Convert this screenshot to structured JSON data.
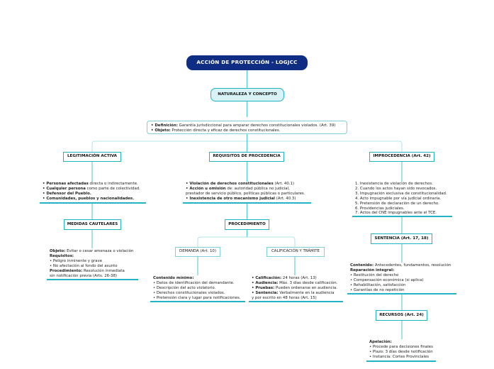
{
  "root": {
    "title": "ACCIÓN DE PROTECCIÓN - LOGJCC"
  },
  "naturaleza": {
    "label": "NATURALEZA Y CONCEPTO"
  },
  "definicion": {
    "line1_bold": "• Definición:",
    "line1_rest": " Garantía jurisdiccional para amparar derechos constitucionales violados. (Art. 39)",
    "line2_bold": "• Objeto:",
    "line2_rest": " Protección directa y eficaz de derechos constitucionales."
  },
  "legitimacion": {
    "label": "LEGITIMACIÓN ACTIVA",
    "items": [
      {
        "bold": "• Personas afectadas",
        "rest": " directa o indirectamente."
      },
      {
        "bold": "• Cualquier persona",
        "rest": " como parte de colectividad."
      },
      {
        "bold": "• Defensor del Pueblo.",
        "rest": ""
      },
      {
        "bold": "• Comunidades, pueblos y nacionalidades.",
        "rest": ""
      }
    ]
  },
  "medidas": {
    "label": "MEDIDAS CAUTELARES",
    "objeto_bold": "Objeto:",
    "objeto_rest": " Evitar o cesar amenaza o violación",
    "requisitos_bold": "Requisitos:",
    "req1": "• Peligro inminente y grave",
    "req2": "• No afectación al fondo del asunto",
    "proc_bold": "Procedimiento:",
    "proc_rest": " Resolución inmediata",
    "proc2": "sin notificación previa (Arts. 26-38)"
  },
  "requisitos": {
    "label": "REQUISITOS DE PROCEDENCIA",
    "l1_bold": "• Violación de derechos constitucionales",
    "l1_rest": " (Art. 40.1)",
    "l2_bold": "• Acción u omisión",
    "l2_rest": " de: autoridad pública no judicial,",
    "l3": "prestador de servicio público, políticas públicas o particulares.",
    "l4_bold": "• Inexistencia de otro mecanismo judicial",
    "l4_rest": " (Art. 40.3)"
  },
  "procedimiento": {
    "label": "PROCEDIMIENTO"
  },
  "demanda": {
    "label": "DEMANDA (Art. 10)",
    "title": "Contenido mínimo:",
    "items": [
      "• Datos de identificación del demandante.",
      "• Descripción del acto violatorio.",
      "• Derechos constitucionales violados.",
      "• Pretensión clara y lugar para notificaciones."
    ]
  },
  "calificacion": {
    "label": "CALIFICACIÓN Y TRÁMITE",
    "items": [
      {
        "bold": "• Calificación:",
        "rest": " 24 horas (Art. 13)"
      },
      {
        "bold": "• Audiencia:",
        "rest": " Máx. 3 días desde calificación."
      },
      {
        "bold": "• Pruebas:",
        "rest": " Pueden ordenarse en audiencia."
      },
      {
        "bold": "• Sentencia:",
        "rest": " Verbalmente en la audiencia"
      },
      {
        "bold": "",
        "rest": "y por escrito en 48 horas (Art. 15)"
      }
    ]
  },
  "improcedencia": {
    "label": "IMPROCEDENCIA (Art. 42)",
    "items": [
      "1. Inexistencia de violación de derechos.",
      "2. Cuando los actos hayan sido revocados.",
      "3. Impugnación exclusiva de constitucionalidad.",
      "4. Acto impugnable por vía judicial ordinaria.",
      "5. Pretensión de declaración de un derecho.",
      "6. Providencias judiciales.",
      "7. Actos del CNE impugnables ante el TCE."
    ]
  },
  "sentencia": {
    "label": "SENTENCIA (Art. 17, 18)",
    "contenido_bold": "Contenido:",
    "contenido_rest": " Antecedentes, fundamentos, resolución",
    "reparacion_bold": "Reparación integral:",
    "items": [
      "• Restitución del derecho",
      "• Compensación económica (si aplica)",
      "• Rehabilitación, satisfacción",
      "• Garantías de no repetición"
    ]
  },
  "recursos": {
    "label": "RECURSOS (Art. 24)",
    "title": "Apelación:",
    "items": [
      "• Procede para decisiones finales",
      "• Plazo: 3 días desde notificación",
      "• Instancia: Cortes Provinciales"
    ]
  }
}
